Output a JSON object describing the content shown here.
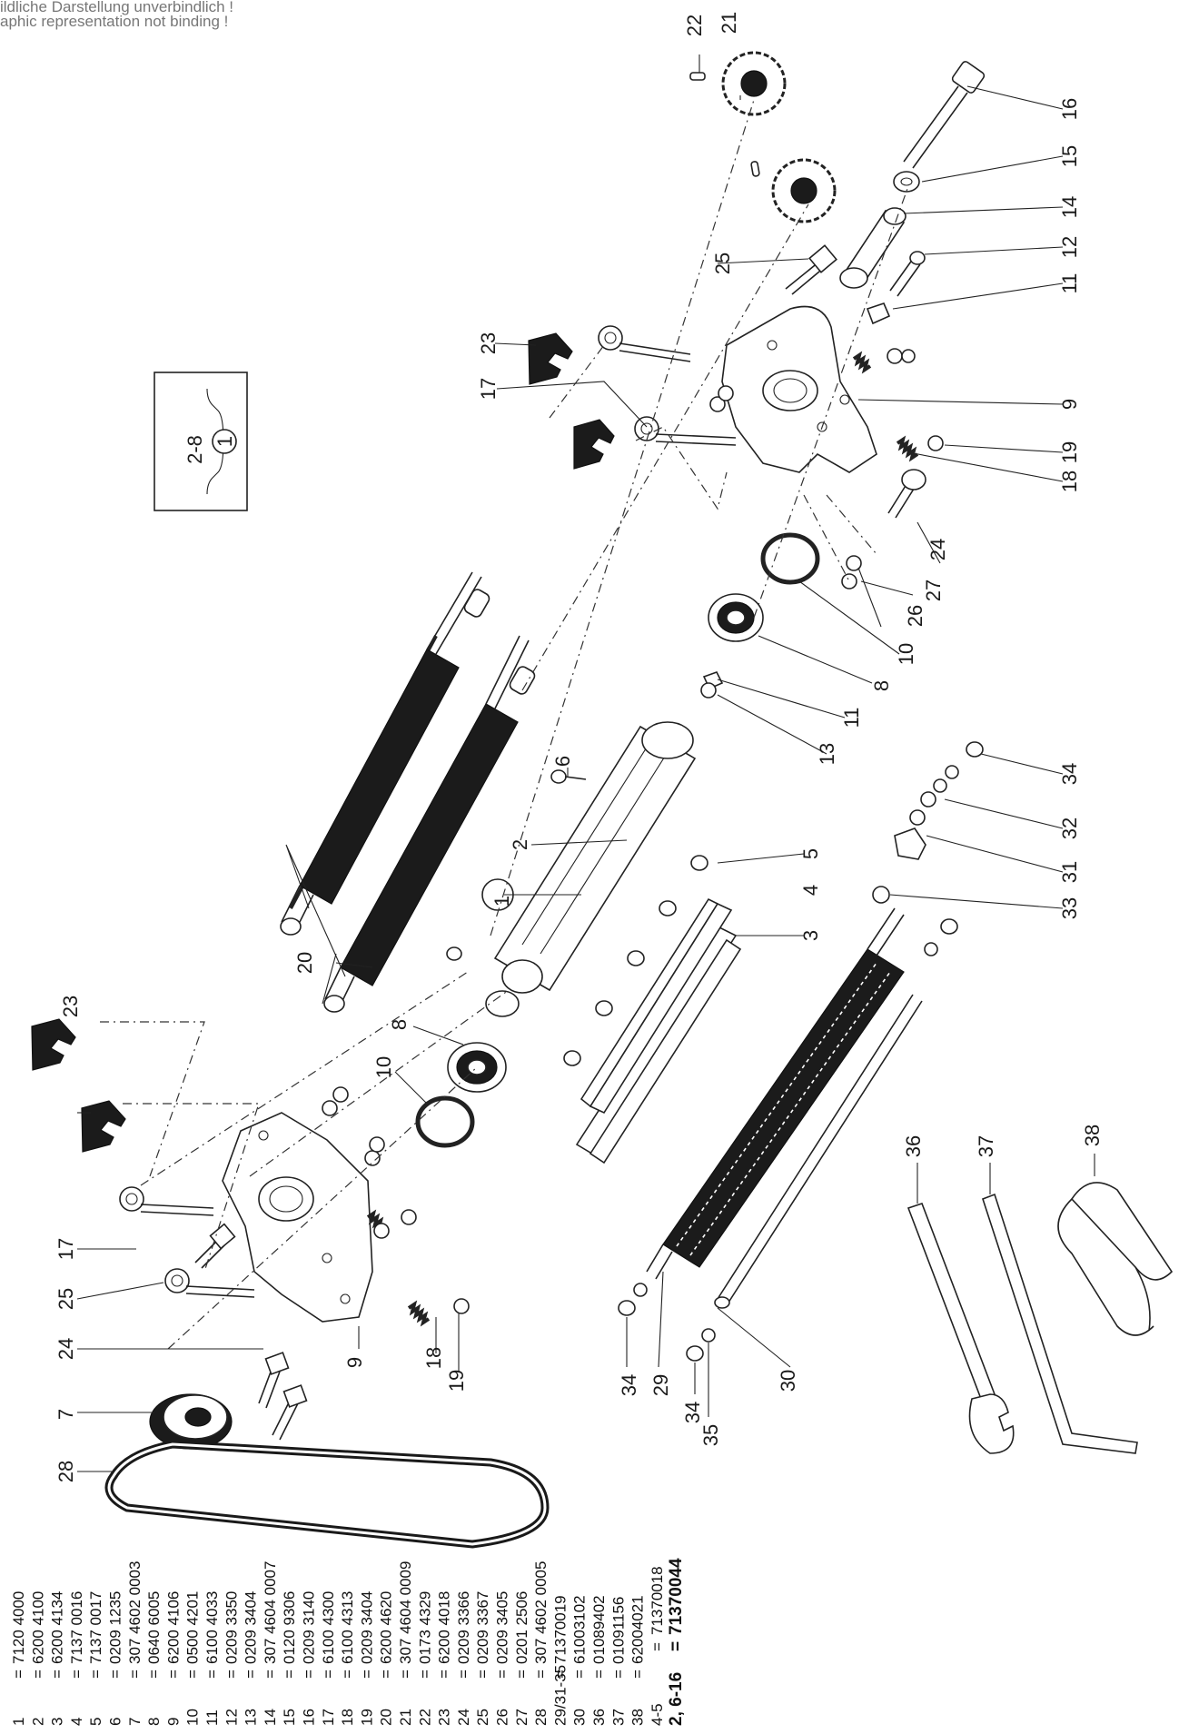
{
  "disclaimer": {
    "line1": "ildliche Darstellung unverbindlich !",
    "line2": "aphic representation not binding !"
  },
  "box_label": {
    "range": "2-8",
    "circle": "1"
  },
  "callouts": {
    "c1": "1",
    "c2": "2",
    "c3": "3",
    "c4": "4",
    "c5": "5",
    "c6": "6",
    "c7": "7",
    "c8a": "8",
    "c8b": "8",
    "c9a": "9",
    "c9b": "9",
    "c10a": "10",
    "c10b": "10",
    "c11a": "11",
    "c11b": "11",
    "c12": "12",
    "c13": "13",
    "c14": "14",
    "c15": "15",
    "c16": "16",
    "c17a": "17",
    "c17b": "17",
    "c18a": "18",
    "c18b": "18",
    "c19a": "19",
    "c19b": "19",
    "c20": "20",
    "c21": "21",
    "c22": "22",
    "c23a": "23",
    "c23b": "23",
    "c24a": "24",
    "c24b": "24",
    "c25a": "25",
    "c25b": "25",
    "c26": "26",
    "c27": "27",
    "c28": "28",
    "c29": "29",
    "c30": "30",
    "c31": "31",
    "c32": "32",
    "c33": "33",
    "c34a": "34",
    "c34b": "34",
    "c34c": "34",
    "c35": "35",
    "c36": "36",
    "c37": "37",
    "c38": "38"
  },
  "parts_list": [
    {
      "pos": "1",
      "eq": "=",
      "num": "7120 4000"
    },
    {
      "pos": "2",
      "eq": "=",
      "num": "6200 4100"
    },
    {
      "pos": "3",
      "eq": "=",
      "num": "6200 4134"
    },
    {
      "pos": "4",
      "eq": "=",
      "num": "7137 0016"
    },
    {
      "pos": "5",
      "eq": "=",
      "num": "7137 0017"
    },
    {
      "pos": "6",
      "eq": "=",
      "num": "0209 1235"
    },
    {
      "pos": "7",
      "eq": "=",
      "num": "307 4602 0003"
    },
    {
      "pos": "8",
      "eq": "=",
      "num": "0640 6005"
    },
    {
      "pos": "9",
      "eq": "=",
      "num": "6200 4106"
    },
    {
      "pos": "10",
      "eq": "=",
      "num": "0500 4201"
    },
    {
      "pos": "11",
      "eq": "=",
      "num": "6100 4033"
    },
    {
      "pos": "12",
      "eq": "=",
      "num": "0209 3350"
    },
    {
      "pos": "13",
      "eq": "=",
      "num": "0209 3404"
    },
    {
      "pos": "14",
      "eq": "=",
      "num": "307 4604 0007"
    },
    {
      "pos": "15",
      "eq": "=",
      "num": "0120 9306"
    },
    {
      "pos": "16",
      "eq": "=",
      "num": "0209 3140"
    },
    {
      "pos": "17",
      "eq": "=",
      "num": "6100 4300"
    },
    {
      "pos": "18",
      "eq": "=",
      "num": "6100 4313"
    },
    {
      "pos": "19",
      "eq": "=",
      "num": "0209 3404"
    },
    {
      "pos": "20",
      "eq": "=",
      "num": "6200 4620"
    },
    {
      "pos": "21",
      "eq": "=",
      "num": "307 4604 0009"
    },
    {
      "pos": "22",
      "eq": "=",
      "num": "0173 4329"
    },
    {
      "pos": "23",
      "eq": "=",
      "num": "6200 4018"
    },
    {
      "pos": "24",
      "eq": "=",
      "num": "0209 3366"
    },
    {
      "pos": "25",
      "eq": "=",
      "num": "0209 3367"
    },
    {
      "pos": "26",
      "eq": "=",
      "num": "0209 3405"
    },
    {
      "pos": "27",
      "eq": "=",
      "num": "0201 2506"
    },
    {
      "pos": "28",
      "eq": "=",
      "num": "307 4602 0005"
    },
    {
      "pos": "29/31-35",
      "eq": "=",
      "num": "71370019"
    },
    {
      "pos": "30",
      "eq": "=",
      "num": "61003102"
    },
    {
      "pos": "36",
      "eq": "=",
      "num": "01089402"
    },
    {
      "pos": "37",
      "eq": "=",
      "num": "01091156"
    },
    {
      "pos": "38",
      "eq": "=",
      "num": "62004021"
    },
    {
      "pos": "4-5",
      "eq": "=",
      "num": "71370018"
    },
    {
      "pos": "2, 6-16",
      "eq": "=",
      "num": "71370044"
    }
  ]
}
